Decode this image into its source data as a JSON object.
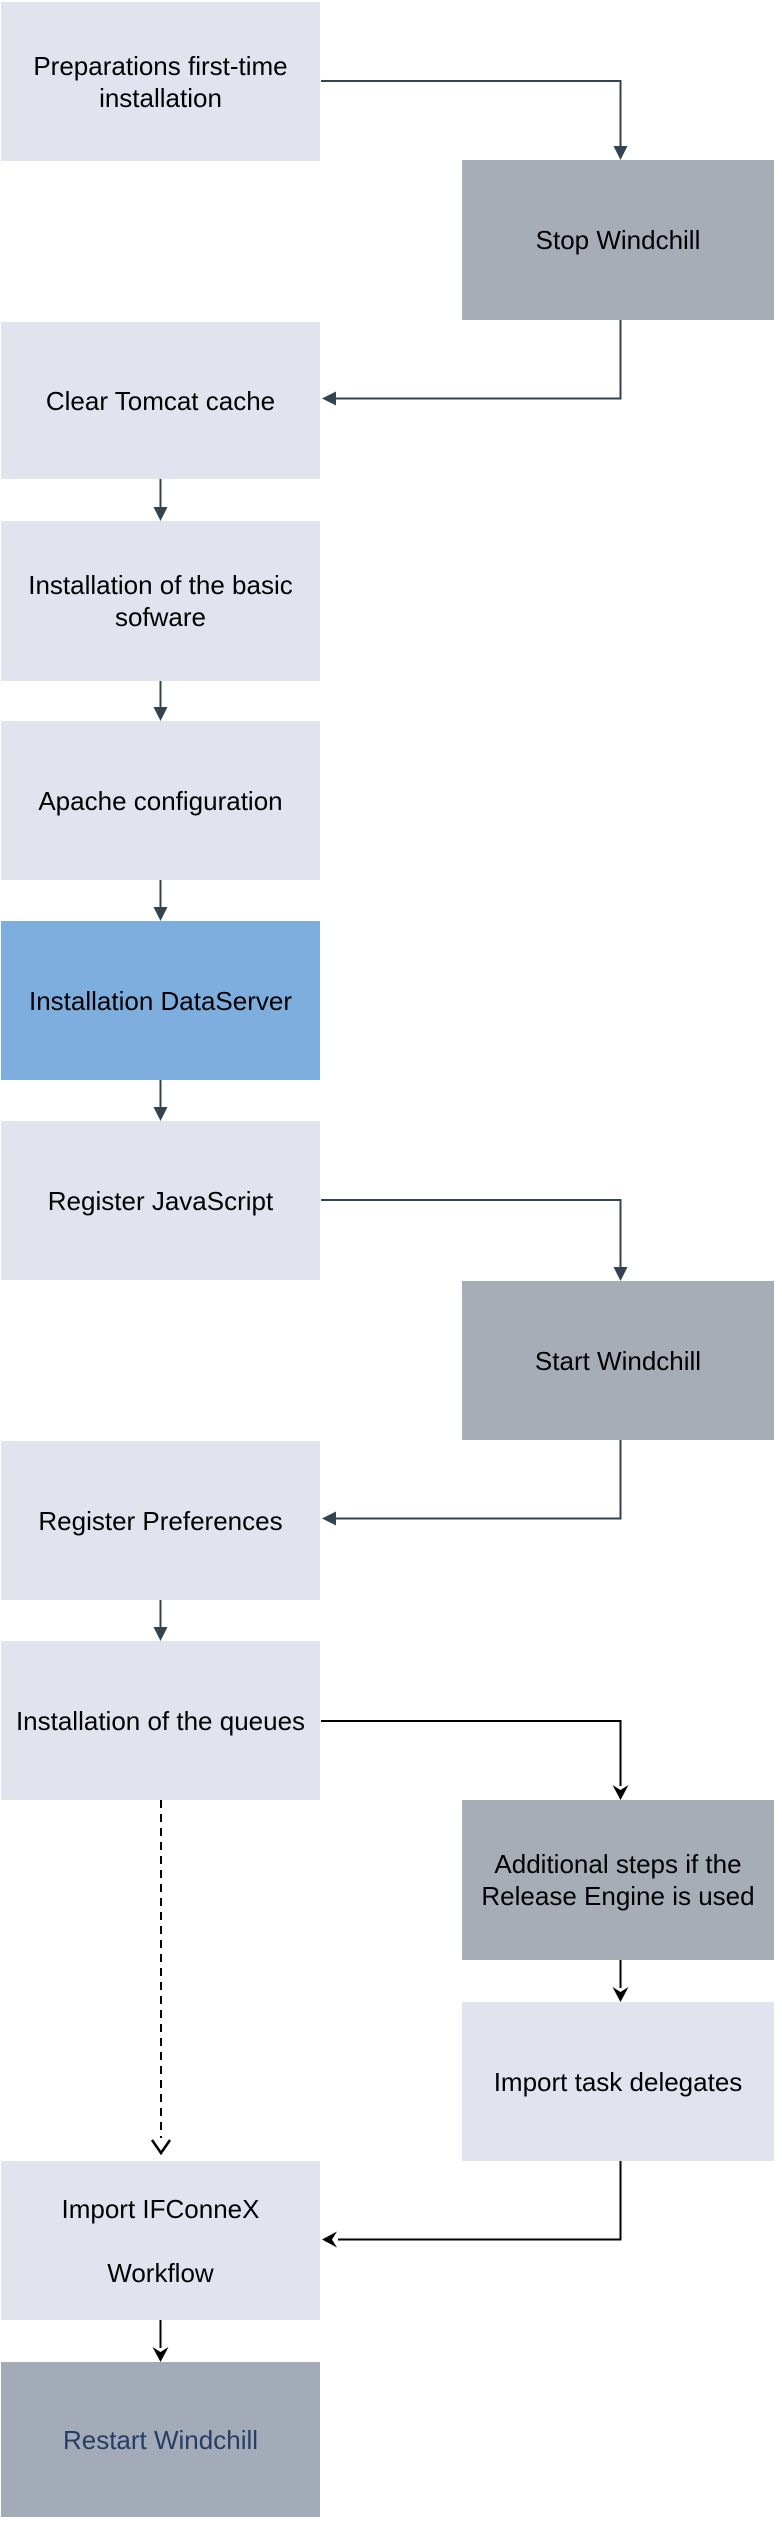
{
  "diagram": {
    "type": "flowchart",
    "topic": "Windchill installation procedure"
  },
  "colors": {
    "node_light": "#e1e4ee",
    "node_gray": "#a6adb6",
    "node_blue": "#7daedd",
    "node_restart_bg": "#a3abb9",
    "restart_text": "#233e62",
    "line_slate": "#334351",
    "line_black": "#000000",
    "node_text": "#000000"
  },
  "nodes": [
    {
      "id": "preparations",
      "label": "Preparations first-time\ninstallation"
    },
    {
      "id": "stop-windchill",
      "label": "Stop Windchill"
    },
    {
      "id": "clear-tomcat",
      "label": "Clear Tomcat cache"
    },
    {
      "id": "basic-software",
      "label": "Installation of the basic\nsofware"
    },
    {
      "id": "apache-config",
      "label": "Apache configuration"
    },
    {
      "id": "dataserver",
      "label": "Installation DataServer"
    },
    {
      "id": "register-js",
      "label": "Register JavaScript"
    },
    {
      "id": "start-windchill",
      "label": "Start Windchill"
    },
    {
      "id": "register-prefs",
      "label": "Register Preferences"
    },
    {
      "id": "queues",
      "label": "Installation of the queues"
    },
    {
      "id": "release-engine",
      "label": "Additional steps if the\nRelease Engine is used"
    },
    {
      "id": "task-delegates",
      "label": "Import task delegates"
    },
    {
      "id": "ifconnex-workflow",
      "label": "Import IFConneX\n\nWorkflow"
    },
    {
      "id": "restart-windchill",
      "label": "Restart Windchill"
    }
  ],
  "edges": [
    {
      "from": "preparations",
      "to": "stop-windchill",
      "style": "solid"
    },
    {
      "from": "stop-windchill",
      "to": "clear-tomcat",
      "style": "solid"
    },
    {
      "from": "clear-tomcat",
      "to": "basic-software",
      "style": "solid"
    },
    {
      "from": "basic-software",
      "to": "apache-config",
      "style": "solid"
    },
    {
      "from": "apache-config",
      "to": "dataserver",
      "style": "solid"
    },
    {
      "from": "dataserver",
      "to": "register-js",
      "style": "solid"
    },
    {
      "from": "register-js",
      "to": "start-windchill",
      "style": "solid"
    },
    {
      "from": "start-windchill",
      "to": "register-prefs",
      "style": "solid"
    },
    {
      "from": "register-prefs",
      "to": "queues",
      "style": "solid"
    },
    {
      "from": "queues",
      "to": "release-engine",
      "style": "solid"
    },
    {
      "from": "release-engine",
      "to": "task-delegates",
      "style": "solid"
    },
    {
      "from": "task-delegates",
      "to": "ifconnex-workflow",
      "style": "solid"
    },
    {
      "from": "queues",
      "to": "ifconnex-workflow",
      "style": "dashed"
    },
    {
      "from": "ifconnex-workflow",
      "to": "restart-windchill",
      "style": "solid"
    }
  ]
}
